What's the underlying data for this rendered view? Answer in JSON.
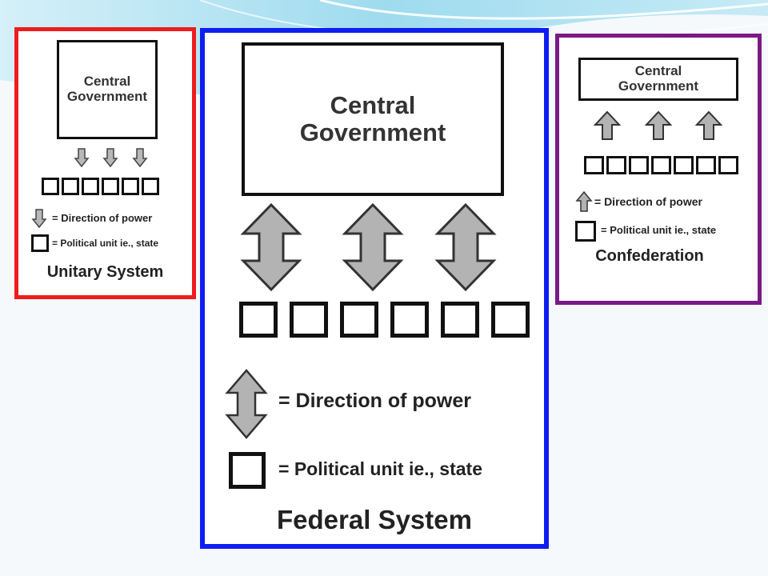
{
  "unitary": {
    "central_label": "Central Government",
    "legend_direction": "= Direction of power",
    "legend_unit": "= Political unit ie., state",
    "title": "Unitary System",
    "border_color": "#ee1c1c"
  },
  "federal": {
    "central_label": "Central Government",
    "legend_direction": "= Direction of power",
    "legend_unit": "= Political unit ie., state",
    "title": "Federal System",
    "border_color": "#0f1ef0"
  },
  "confederation": {
    "central_label": "Central Government",
    "legend_direction": "= Direction of power",
    "legend_unit": "= Political unit ie., state",
    "title": "Confederation",
    "border_color": "#7a1a86"
  },
  "background": {
    "swoosh_color": "#8fd6ec"
  }
}
